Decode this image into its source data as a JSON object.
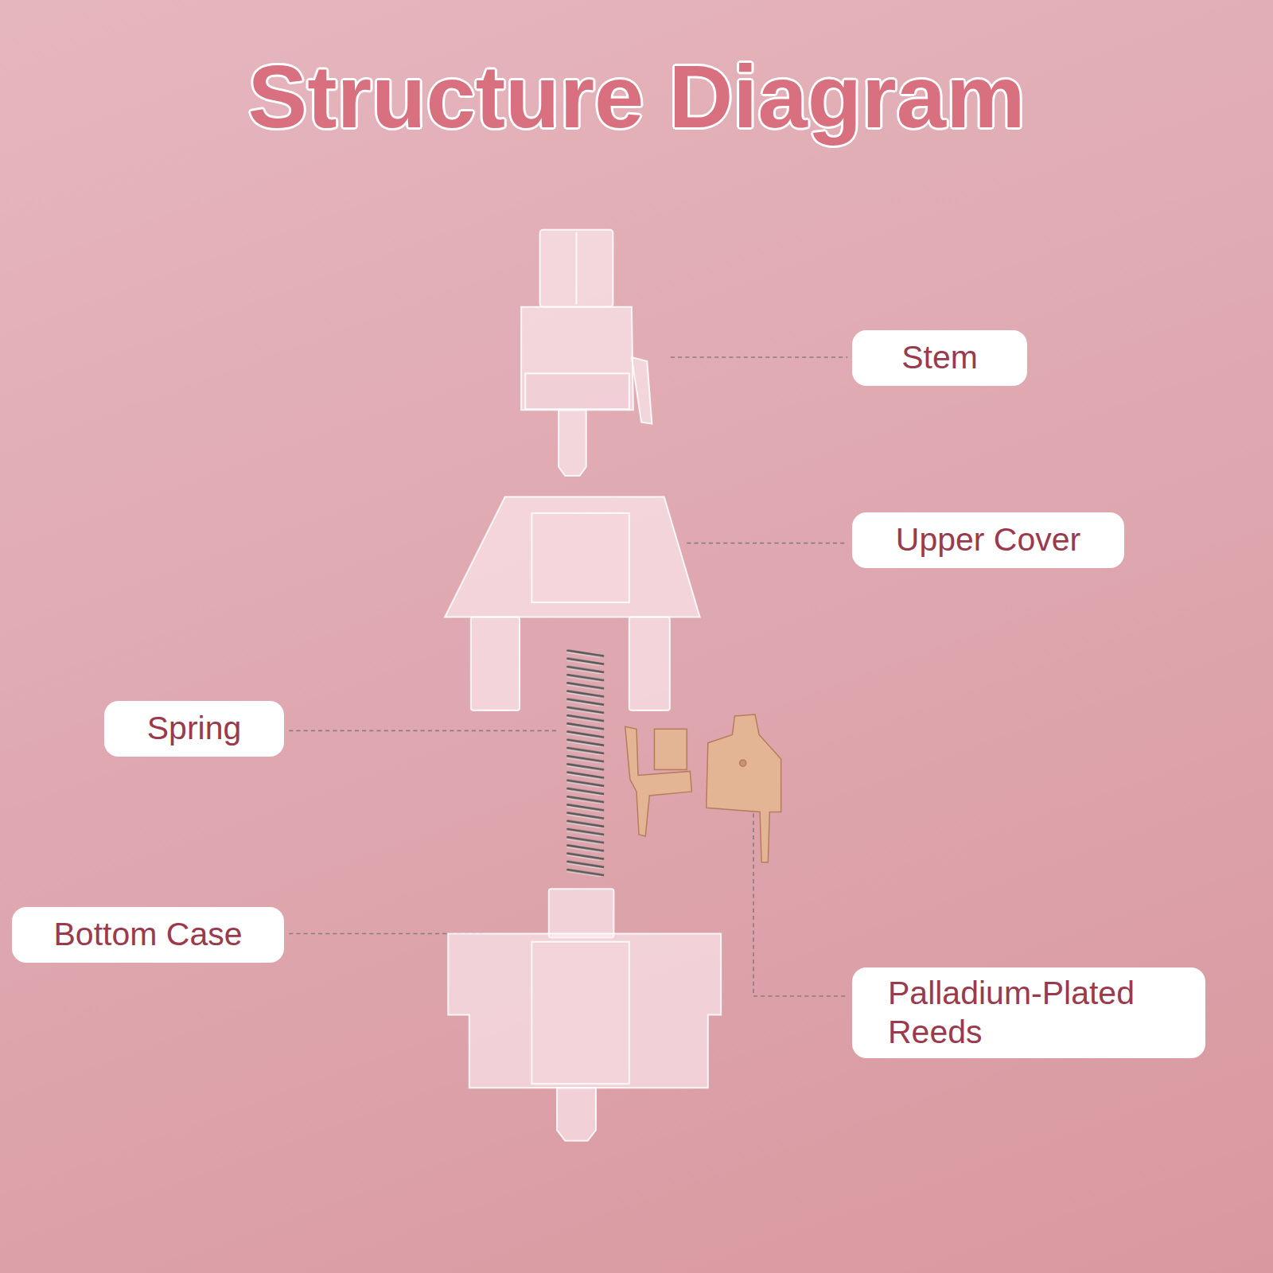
{
  "diagram": {
    "title": "Structure Diagram",
    "nodes": [
      {
        "text": [
          "Stem"
        ]
      },
      {
        "text": [
          "Upper Cover"
        ]
      },
      {
        "text": [
          "Spring"
        ]
      },
      {
        "text": [
          "Bottom Case"
        ]
      },
      {
        "text": [
          "Palladium-Plated Reeds"
        ]
      }
    ]
  }
}
